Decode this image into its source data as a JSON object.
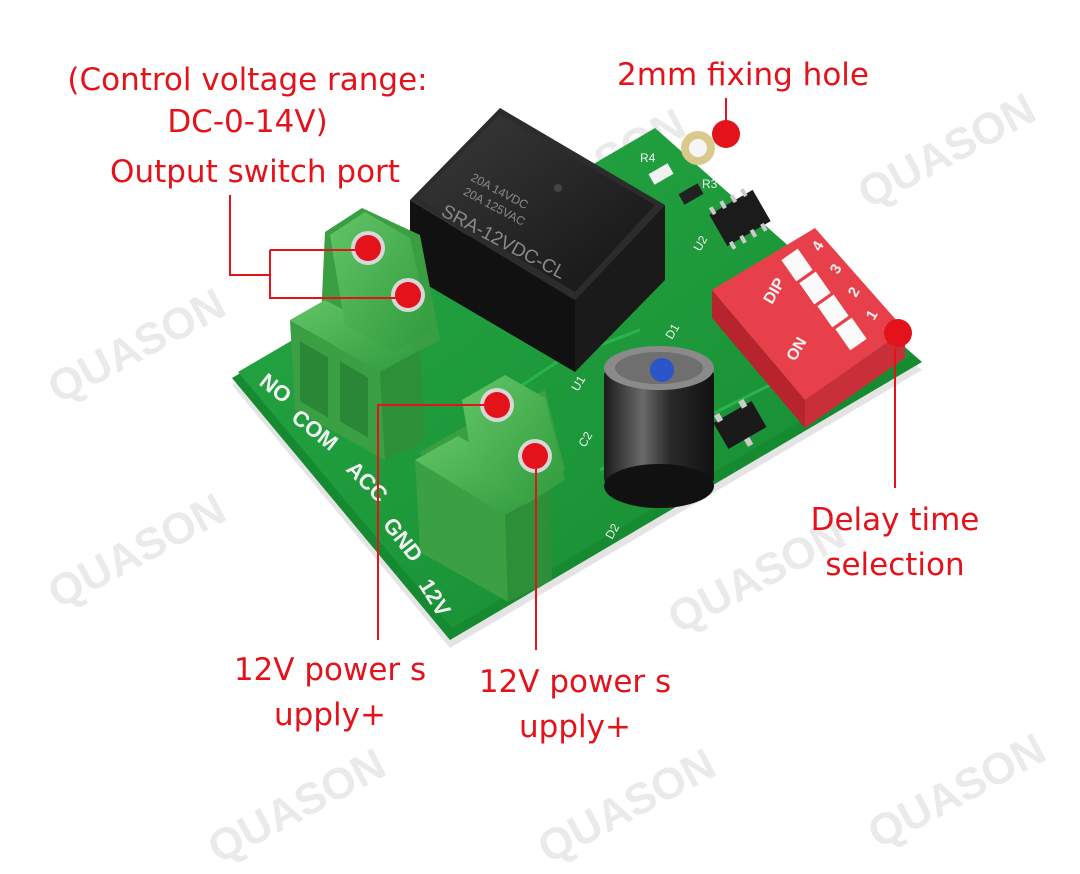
{
  "labels": {
    "control_voltage": "(Control voltage range:",
    "control_voltage_2": "DC-0-14V)",
    "output_switch": "Output switch port",
    "fixing_hole": "2mm fixing hole",
    "delay_1": "Delay time",
    "delay_2": "selection",
    "power_left_1": "12V power s",
    "power_left_2": "upply+",
    "power_right_1": "12V power s",
    "power_right_2": "upply+"
  },
  "board_silkscreen": {
    "no": "NO",
    "com": "COM",
    "acc": "ACC",
    "gnd": "GND",
    "v12": "12V",
    "r4": "R4",
    "r3": "R3",
    "u2": "U2",
    "u1": "U1",
    "c2": "C2",
    "d2": "D2",
    "d1": "D1",
    "dip": "DIP",
    "on": "ON",
    "dip_numbers": [
      "4",
      "3",
      "2",
      "1"
    ]
  },
  "relay": {
    "line1": "20A 14VDC",
    "line2": "20A 125VAC",
    "model": "SRA-12VDC-CL"
  },
  "watermark": "QUASON",
  "colors": {
    "label_red": "#e3121b",
    "pcb_green": "#1f9a3a",
    "terminal_green": "#4db34f",
    "dip_red": "#e8404a"
  }
}
